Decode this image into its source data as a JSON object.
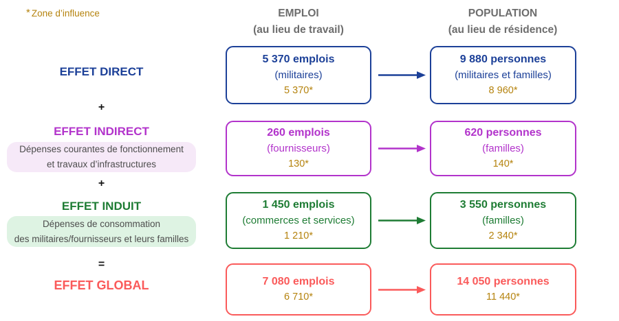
{
  "annotation": {
    "asterisk": "*",
    "label": "Zone d’influence"
  },
  "headers": {
    "emploi": {
      "title": "EMPLOI",
      "subtitle": "(au lieu de travail)"
    },
    "population": {
      "title": "POPULATION",
      "subtitle": "(au lieu de résidence)"
    }
  },
  "left": {
    "direct_label": "EFFET DIRECT",
    "plus1": "+",
    "indirect_label": "EFFET INDIRECT",
    "indirect_desc_line1": "Dépenses courantes de fonctionnement",
    "indirect_desc_line2": "et travaux d’infrastructures",
    "plus2": "+",
    "induit_label": "EFFET INDUIT",
    "induit_desc_line1": "Dépenses de consommation",
    "induit_desc_line2": "des militaires/fournisseurs et leurs familles",
    "equals": "=",
    "global_label": "EFFET GLOBAL"
  },
  "boxes": {
    "direct": {
      "emploi": {
        "value": "5 370 emplois",
        "detail": "(militaires)",
        "zone": "5 370*"
      },
      "population": {
        "value": "9 880 personnes",
        "detail": "(militaires et familles)",
        "zone": "8 960*"
      }
    },
    "indirect": {
      "emploi": {
        "value": "260 emplois",
        "detail": "(fournisseurs)",
        "zone": "130*"
      },
      "population": {
        "value": "620 personnes",
        "detail": "(familles)",
        "zone": "140*"
      }
    },
    "induit": {
      "emploi": {
        "value": "1 450 emplois",
        "detail": "(commerces et services)",
        "zone": "1 210*"
      },
      "population": {
        "value": "3 550 personnes",
        "detail": "(familles)",
        "zone": "2 340*"
      }
    },
    "global": {
      "emploi": {
        "value": "7 080 emplois",
        "zone": "6 710*"
      },
      "population": {
        "value": "14 050 personnes",
        "zone": "11 440*"
      }
    }
  },
  "colors": {
    "direct": "#1c4098",
    "indirect": "#b233cb",
    "induit": "#1e7c34",
    "global": "#fa5a5a",
    "zone": "#b5830e",
    "header": "#6d6d6d",
    "desc_text": "#4d4d4d",
    "desc_bg_indirect": "#f6e9f8",
    "desc_bg_induit": "#def3e3"
  }
}
